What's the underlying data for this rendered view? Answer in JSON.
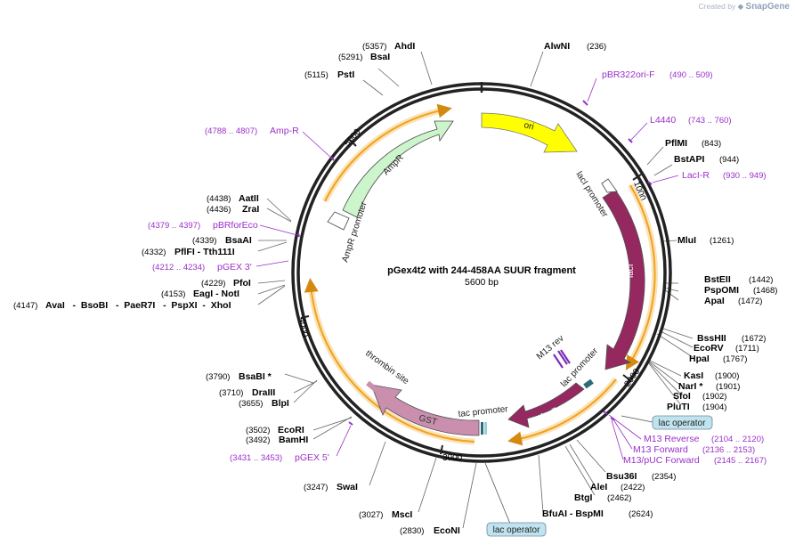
{
  "credit": {
    "created_by": "Created by",
    "brand": "SnapGene"
  },
  "plasmid": {
    "name": "pGex4t2 with 244-458AA SUUR fragment",
    "length": "5600 bp"
  },
  "ticks": [
    "1000",
    "2000",
    "3000",
    "4000",
    "5000"
  ],
  "features": {
    "ori": "ori",
    "laci": "lacI",
    "laci_promoter": "lacI promoter",
    "lacza": "lacZα",
    "m13rev": "M13 rev",
    "lac_promoter_right": "lac promoter",
    "tac_promoter": "tac promoter",
    "gst": "GST",
    "thrombin": "thrombin site",
    "ampr": "AmpR",
    "ampr_promoter": "AmpR promoter",
    "lac_operator_1": "lac operator",
    "lac_operator_2": "lac operator"
  },
  "sites": [
    {
      "name": "AhdI",
      "pos": "(5357)"
    },
    {
      "name": "BsaI",
      "pos": "(5291)"
    },
    {
      "name": "PstI",
      "pos": "(5115)"
    },
    {
      "name": "AlwNI",
      "pos": "(236)"
    },
    {
      "name": "PflMI",
      "pos": "(843)"
    },
    {
      "name": "BstAPI",
      "pos": "(944)"
    },
    {
      "name": "MluI",
      "pos": "(1261)"
    },
    {
      "name": "BstEII",
      "pos": "(1442)"
    },
    {
      "name": "PspOMI",
      "pos": "(1468)"
    },
    {
      "name": "ApaI",
      "pos": "(1472)"
    },
    {
      "name": "BssHII",
      "pos": "(1672)"
    },
    {
      "name": "EcoRV",
      "pos": "(1711)"
    },
    {
      "name": "HpaI",
      "pos": "(1767)"
    },
    {
      "name": "KasI",
      "pos": "(1900)"
    },
    {
      "name": "NarI *",
      "pos": "(1901)"
    },
    {
      "name": "SfoI",
      "pos": "(1902)"
    },
    {
      "name": "PluTI",
      "pos": "(1904)"
    },
    {
      "name": "Bsu36I",
      "pos": "(2354)"
    },
    {
      "name": "AleI",
      "pos": "(2422)"
    },
    {
      "name": "BtgI",
      "pos": "(2462)"
    },
    {
      "name": "BfuAI  -  BspMI",
      "pos": "(2624)"
    },
    {
      "name": "EcoNI",
      "pos": "(2830)"
    },
    {
      "name": "MscI",
      "pos": "(3027)"
    },
    {
      "name": "SwaI",
      "pos": "(3247)"
    },
    {
      "name": "EcoRI",
      "pos": "(3502)"
    },
    {
      "name": "BamHI",
      "pos": "(3492)"
    },
    {
      "name": "BsaBI *",
      "pos": "(3790)"
    },
    {
      "name": "DraIII",
      "pos": "(3710)"
    },
    {
      "name": "BlpI",
      "pos": "(3655)"
    },
    {
      "name": "AatII",
      "pos": "(4438)"
    },
    {
      "name": "ZraI",
      "pos": "(4436)"
    },
    {
      "name": "BsaAI",
      "pos": "(4339)"
    },
    {
      "name": "PflFI  -  Tth111I",
      "pos": "(4332)"
    },
    {
      "name": "PfoI",
      "pos": "(4229)"
    },
    {
      "name": "EagI  -  NotI",
      "pos": "(4153)"
    },
    {
      "name": "AvaI   -  BsoBI   -  PaeR7I   -  PspXI  -  XhoI",
      "pos": "(4147)"
    }
  ],
  "primers": [
    {
      "name": "pBR322ori-F",
      "pos": "(490 .. 509)"
    },
    {
      "name": "L4440",
      "pos": "(743 .. 760)"
    },
    {
      "name": "LacI-R",
      "pos": "(930 .. 949)"
    },
    {
      "name": "M13 Reverse",
      "pos": "(2104 .. 2120)"
    },
    {
      "name": "M13 Forward",
      "pos": "(2136 .. 2153)"
    },
    {
      "name": "M13/pUC Forward",
      "pos": "(2145 .. 2167)"
    },
    {
      "name": "pGEX 5'",
      "pos": "(3431 .. 3453)"
    },
    {
      "name": "pGEX 3'",
      "pos": "(4212 .. 4234)"
    },
    {
      "name": "pBRforEco",
      "pos": "(4379 .. 4397)"
    },
    {
      "name": "Amp-R",
      "pos": "(4788 .. 4807)"
    }
  ],
  "colors": {
    "backbone": "#222222",
    "ori": "#ffff00",
    "laci": "#94285f",
    "gst": "#c98fad",
    "ampr": "#ccf5cc",
    "orange_arc": "#f2a21b",
    "orange_glow": "#fae3b8",
    "primer": "#9a2fc9",
    "operator_fill": "#bfe3ef"
  }
}
